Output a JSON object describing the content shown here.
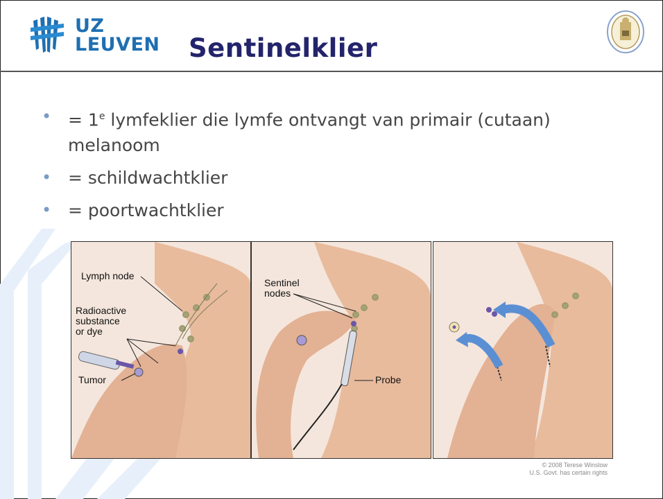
{
  "header": {
    "logo_text": [
      "UZ",
      "LEUVEN"
    ],
    "title": "Sentinelklier"
  },
  "bullets": [
    {
      "pre": "= 1",
      "sup": "e",
      "post": " lymfeklier die lymfe ontvangt van primair (cutaan) melanoom"
    },
    {
      "pre": "= schildwachtklier",
      "sup": "",
      "post": ""
    },
    {
      "pre": "= poortwachtklier",
      "sup": "",
      "post": ""
    }
  ],
  "figure": {
    "panel1": {
      "lymph_node": "Lymph node",
      "radioactive": [
        "Radioactive",
        "substance",
        "or dye"
      ],
      "tumor": "Tumor"
    },
    "panel2": {
      "sentinel": [
        "Sentinel",
        "nodes"
      ],
      "probe": "Probe"
    },
    "credit": [
      "© 2008 Terese Winslow",
      "U.S. Govt. has certain rights"
    ]
  },
  "colors": {
    "title": "#23246b",
    "logo": "#1f6fb2",
    "bullet_text": "#454545",
    "bullet_dot": "#7a9cc6",
    "skin": "#e6b89a",
    "arrow": "#5b8fd3"
  },
  "icons": [
    "uz-leuven-logo-icon",
    "ku-leuven-seal-icon"
  ]
}
